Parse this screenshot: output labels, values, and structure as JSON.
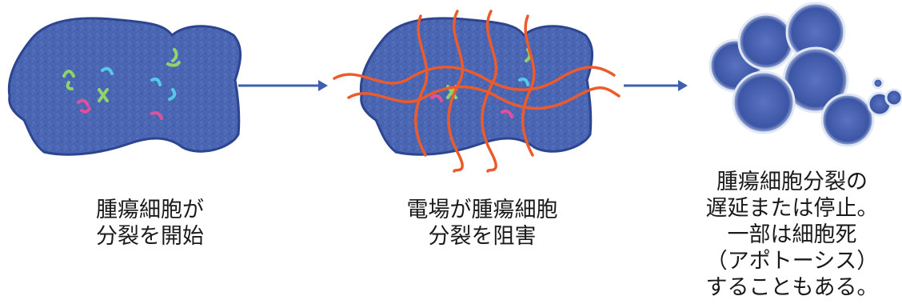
{
  "stages": [
    {
      "caption_lines": [
        "腫瘍細胞が",
        "分裂を開始"
      ]
    },
    {
      "caption_lines": [
        "電場が腫瘍細胞",
        "分裂を阻害"
      ]
    },
    {
      "caption_lines": [
        "腫瘍細胞分裂の",
        "遅延または停止。",
        "一部は細胞死",
        "（アポトーシス）",
        "することもある。"
      ]
    }
  ],
  "colors": {
    "cell_fill": "#4a66b3",
    "cell_edge": "#2d4590",
    "arrow": "#3d5fae",
    "field_lines": "#ec5b2c",
    "chromosome_green": "#8fd36a",
    "chromosome_cyan": "#54c9e6",
    "chromosome_pink": "#e2509b"
  },
  "icons": [
    "dividing-cell-icon",
    "electric-field-icon",
    "apoptotic-cell-icon",
    "arrow-right-icon"
  ]
}
